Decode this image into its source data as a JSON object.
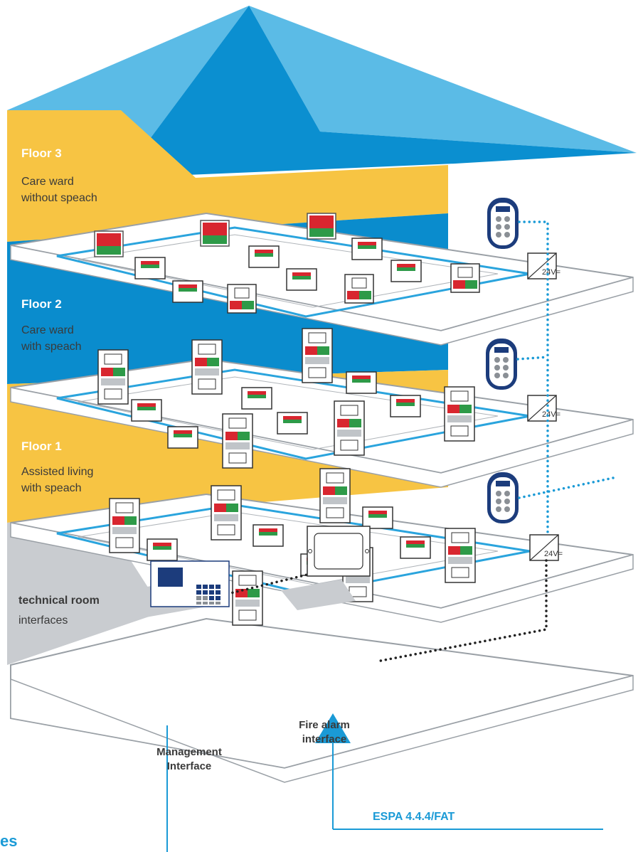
{
  "floors": [
    {
      "title": "Floor 3",
      "desc_line1": "Care ward",
      "desc_line2": "without speach"
    },
    {
      "title": "Floor 2",
      "desc_line1": "Care ward",
      "desc_line2": "with speach"
    },
    {
      "title": "Floor 1",
      "desc_line1": "Assisted living",
      "desc_line2": "with speach"
    }
  ],
  "technical_room": {
    "title": "technical room",
    "subtitle": "interfaces"
  },
  "devices": {
    "management_line1": "Management",
    "management_line2": "Interface",
    "fire_line1": "Fire alarm",
    "fire_line2": "interface",
    "power_supply_label": "24V="
  },
  "connections": {
    "espa_label": "ESPA 4.4.4/FAT",
    "cut_text": "es"
  },
  "colors": {
    "roof_light": "#5bbbe6",
    "roof_dark": "#0b8fd0",
    "yellow": "#f7c443",
    "floor2_blue": "#0a8ccd",
    "technical_grey": "#c9ccd0",
    "red": "#d8262f",
    "green": "#2e9a48",
    "navy": "#1c3c7c"
  }
}
